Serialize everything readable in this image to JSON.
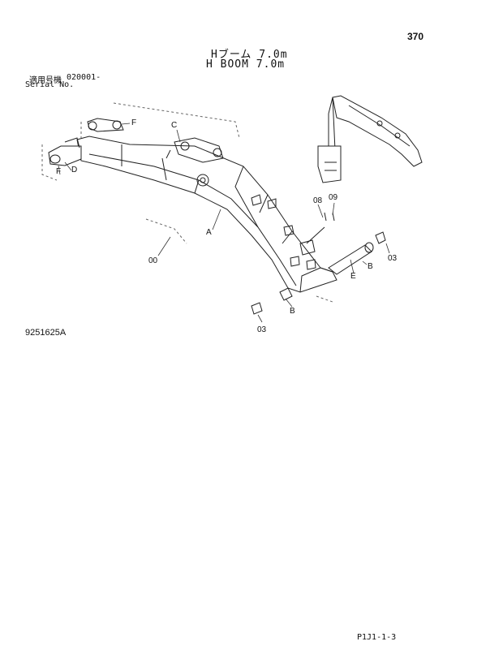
{
  "header": {
    "page_number": "370",
    "title_jp": "Hブーム 7.0m",
    "title_en": "H BOOM 7.0m"
  },
  "serial": {
    "label_jp": "適用号機",
    "value": "020001-",
    "label_en": "Serial No."
  },
  "callouts": {
    "F1": "F",
    "C": "C",
    "F2": "F",
    "D": "D",
    "A": "A",
    "p00": "00",
    "p08": "08",
    "p09": "09",
    "B1": "B",
    "p03a": "03",
    "E": "E",
    "B2": "B",
    "p03b": "03"
  },
  "figure_number": "9251625A",
  "footer_code": "P1J1-1-3"
}
